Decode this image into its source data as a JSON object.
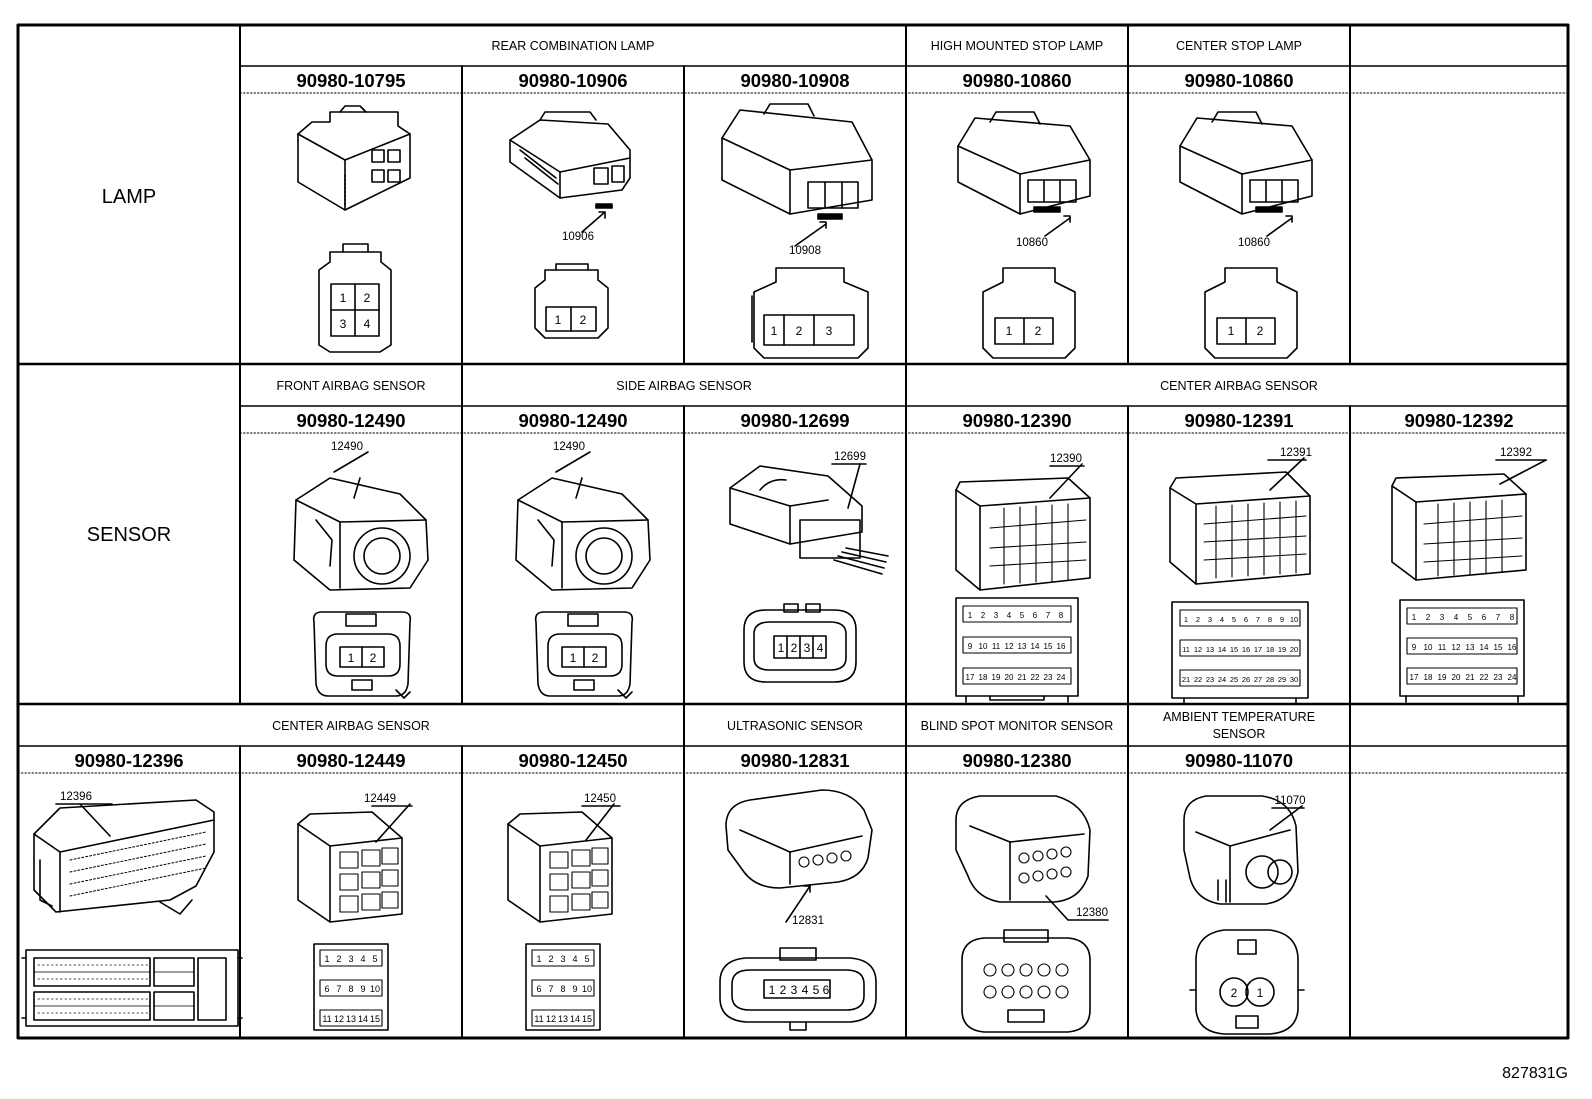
{
  "rows": [
    {
      "category": "LAMP",
      "groups": [
        "REAR COMBINATION LAMP",
        "HIGH MOUNTED STOP LAMP",
        "CENTER STOP LAMP",
        ""
      ],
      "parts": [
        {
          "number": "90980-10795",
          "callout": "",
          "pins": [
            "1",
            "2",
            "3",
            "4"
          ]
        },
        {
          "number": "90980-10906",
          "callout": "10906",
          "pins": [
            "1",
            "2"
          ]
        },
        {
          "number": "90980-10908",
          "callout": "10908",
          "pins": [
            "1",
            "2",
            "3"
          ]
        },
        {
          "number": "90980-10860",
          "callout": "10860",
          "pins": [
            "1",
            "2"
          ]
        },
        {
          "number": "90980-10860",
          "callout": "10860",
          "pins": [
            "1",
            "2"
          ]
        },
        {
          "number": "",
          "callout": "",
          "pins": []
        }
      ]
    },
    {
      "category": "SENSOR",
      "groups": [
        "FRONT AIRBAG SENSOR",
        "SIDE AIRBAG SENSOR",
        "CENTER AIRBAG SENSOR"
      ],
      "parts": [
        {
          "number": "90980-12490",
          "callout": "12490",
          "pins": [
            "1",
            "2"
          ]
        },
        {
          "number": "90980-12490",
          "callout": "12490",
          "pins": [
            "1",
            "2"
          ]
        },
        {
          "number": "90980-12699",
          "callout": "12699",
          "pins": [
            "1",
            "2",
            "3",
            "4"
          ]
        },
        {
          "number": "90980-12390",
          "callout": "12390",
          "pins": [
            "1",
            "2",
            "3",
            "4",
            "5",
            "6",
            "7",
            "8",
            "9",
            "10",
            "11",
            "12",
            "13",
            "14",
            "15",
            "16",
            "17",
            "18",
            "19",
            "20",
            "21",
            "22",
            "23",
            "24"
          ]
        },
        {
          "number": "90980-12391",
          "callout": "12391",
          "pins": [
            "1",
            "2",
            "3",
            "4",
            "5",
            "6",
            "7",
            "8",
            "9",
            "10",
            "11",
            "12",
            "13",
            "14",
            "15",
            "16",
            "17",
            "18",
            "19",
            "20",
            "21",
            "22",
            "23",
            "24",
            "25",
            "26",
            "27",
            "28",
            "29",
            "30"
          ]
        },
        {
          "number": "90980-12392",
          "callout": "12392",
          "pins": [
            "1",
            "2",
            "3",
            "4",
            "5",
            "6",
            "7",
            "8",
            "9",
            "10",
            "11",
            "12",
            "13",
            "14",
            "15",
            "16",
            "17",
            "18",
            "19",
            "20",
            "21",
            "22",
            "23",
            "24"
          ]
        }
      ]
    },
    {
      "category": "",
      "groups": [
        "CENTER AIRBAG SENSOR",
        "ULTRASONIC SENSOR",
        "BLIND SPOT MONITOR SENSOR",
        "AMBIENT TEMPERATURE",
        "SENSOR",
        ""
      ],
      "parts": [
        {
          "number": "90980-12396",
          "callout": "12396",
          "pins": []
        },
        {
          "number": "90980-12449",
          "callout": "12449",
          "pins": [
            "1",
            "2",
            "3",
            "4",
            "5",
            "6",
            "7",
            "8",
            "9",
            "10",
            "11",
            "12",
            "13",
            "14",
            "15"
          ]
        },
        {
          "number": "90980-12450",
          "callout": "12450",
          "pins": [
            "1",
            "2",
            "3",
            "4",
            "5",
            "6",
            "7",
            "8",
            "9",
            "10",
            "11",
            "12",
            "13",
            "14",
            "15"
          ]
        },
        {
          "number": "90980-12831",
          "callout": "12831",
          "pins": [
            "1",
            "2",
            "3",
            "4",
            "5",
            "6"
          ]
        },
        {
          "number": "90980-12380",
          "callout": "12380",
          "pins": []
        },
        {
          "number": "90980-11070",
          "callout": "11070",
          "pins": [
            "2",
            "1"
          ]
        },
        {
          "number": "",
          "callout": "",
          "pins": []
        }
      ]
    }
  ],
  "figure_code": "827831G"
}
